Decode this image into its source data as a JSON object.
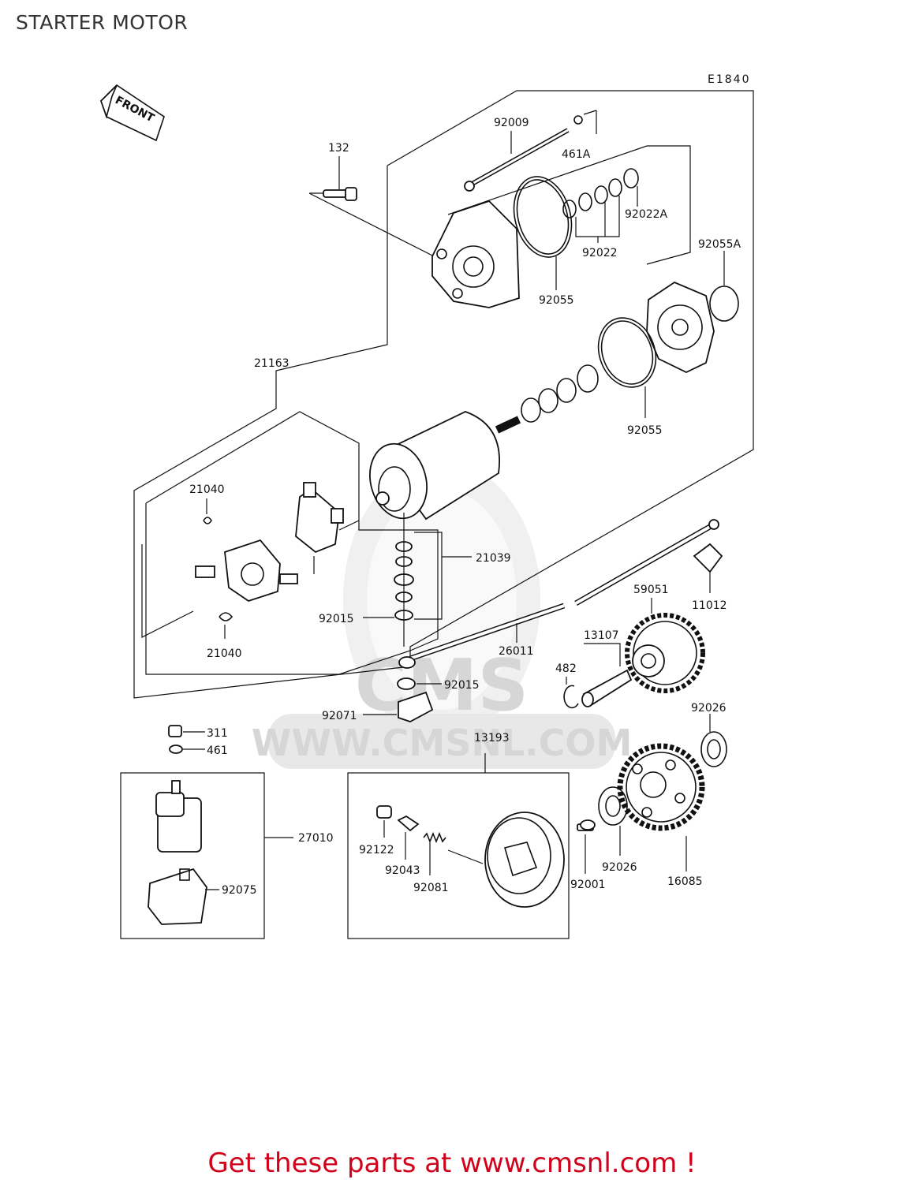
{
  "title": "STARTER MOTOR",
  "diagram_code": "E1840",
  "front_label": "FRONT",
  "watermark": {
    "text": "WWW.CMSNL.COM",
    "logo_text": "CMS"
  },
  "parts": {
    "p92009": "92009",
    "p461A": "461A",
    "p132": "132",
    "p92022A": "92022A",
    "p92022": "92022",
    "p92055_top": "92055",
    "p92055A": "92055A",
    "p21163": "21163",
    "p92055_mid": "92055",
    "p21040_top": "21040",
    "p21039": "21039",
    "p59051": "59051",
    "p11012": "11012",
    "p92015_a": "92015",
    "p21040_bot": "21040",
    "p13107": "13107",
    "p26011": "26011",
    "p482": "482",
    "p92015_b": "92015",
    "p92071": "92071",
    "p92026_top": "92026",
    "p311": "311",
    "p461": "461",
    "p13193": "13193",
    "p27010": "27010",
    "p92122": "92122",
    "p92043": "92043",
    "p92081": "92081",
    "p92001": "92001",
    "p92026_bot": "92026",
    "p16085": "16085",
    "p92075": "92075"
  },
  "footer": {
    "text": "Get these parts at www.cmsnl.com !",
    "color": "#d0021b"
  },
  "colors": {
    "line": "#111111",
    "title": "#333333",
    "watermark": "#e0e0e0"
  }
}
